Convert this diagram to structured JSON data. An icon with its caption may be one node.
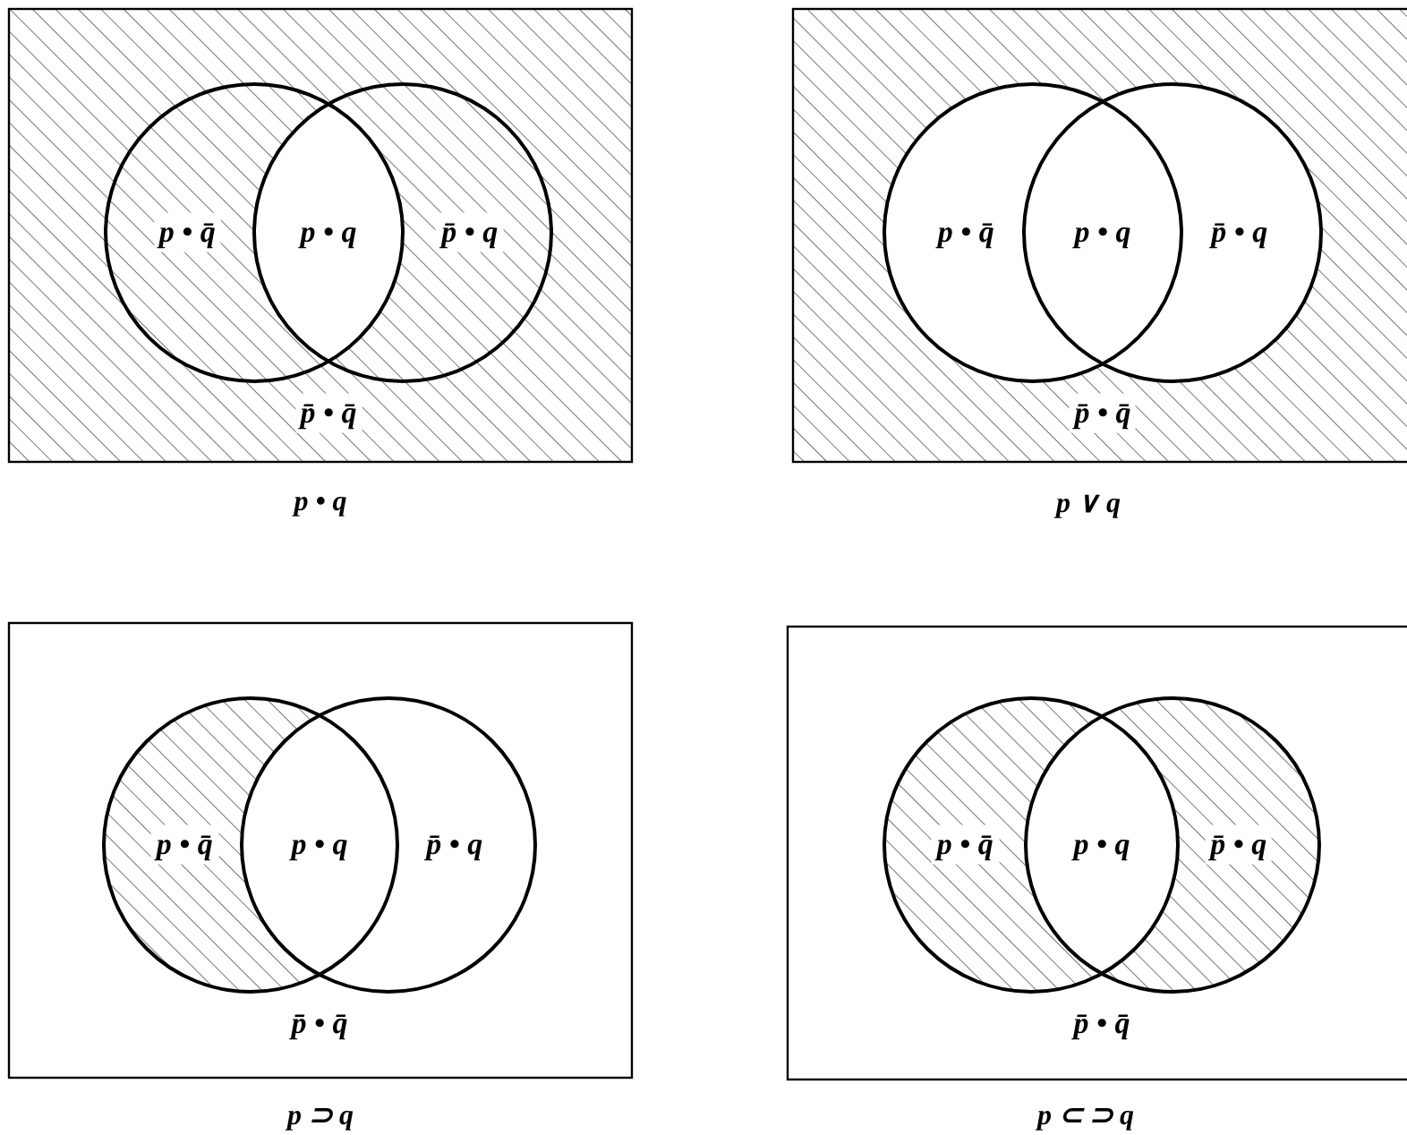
{
  "diagram": {
    "labels": [
      "p • q̄",
      "p • q",
      "p̄ • q",
      "p̄ • q̄",
      "p • q",
      "p • q̄",
      "p • q",
      "p̄ • q",
      "p̄ • q̄",
      "p ∨ q",
      "p • q̄",
      "p • q",
      "p̄ • q",
      "p̄ • q̄",
      "p ⊃ q",
      "p • q̄",
      "p • q",
      "p̄ • q",
      "p̄ • q̄",
      "p ⊂ ⊃ q"
    ]
  }
}
